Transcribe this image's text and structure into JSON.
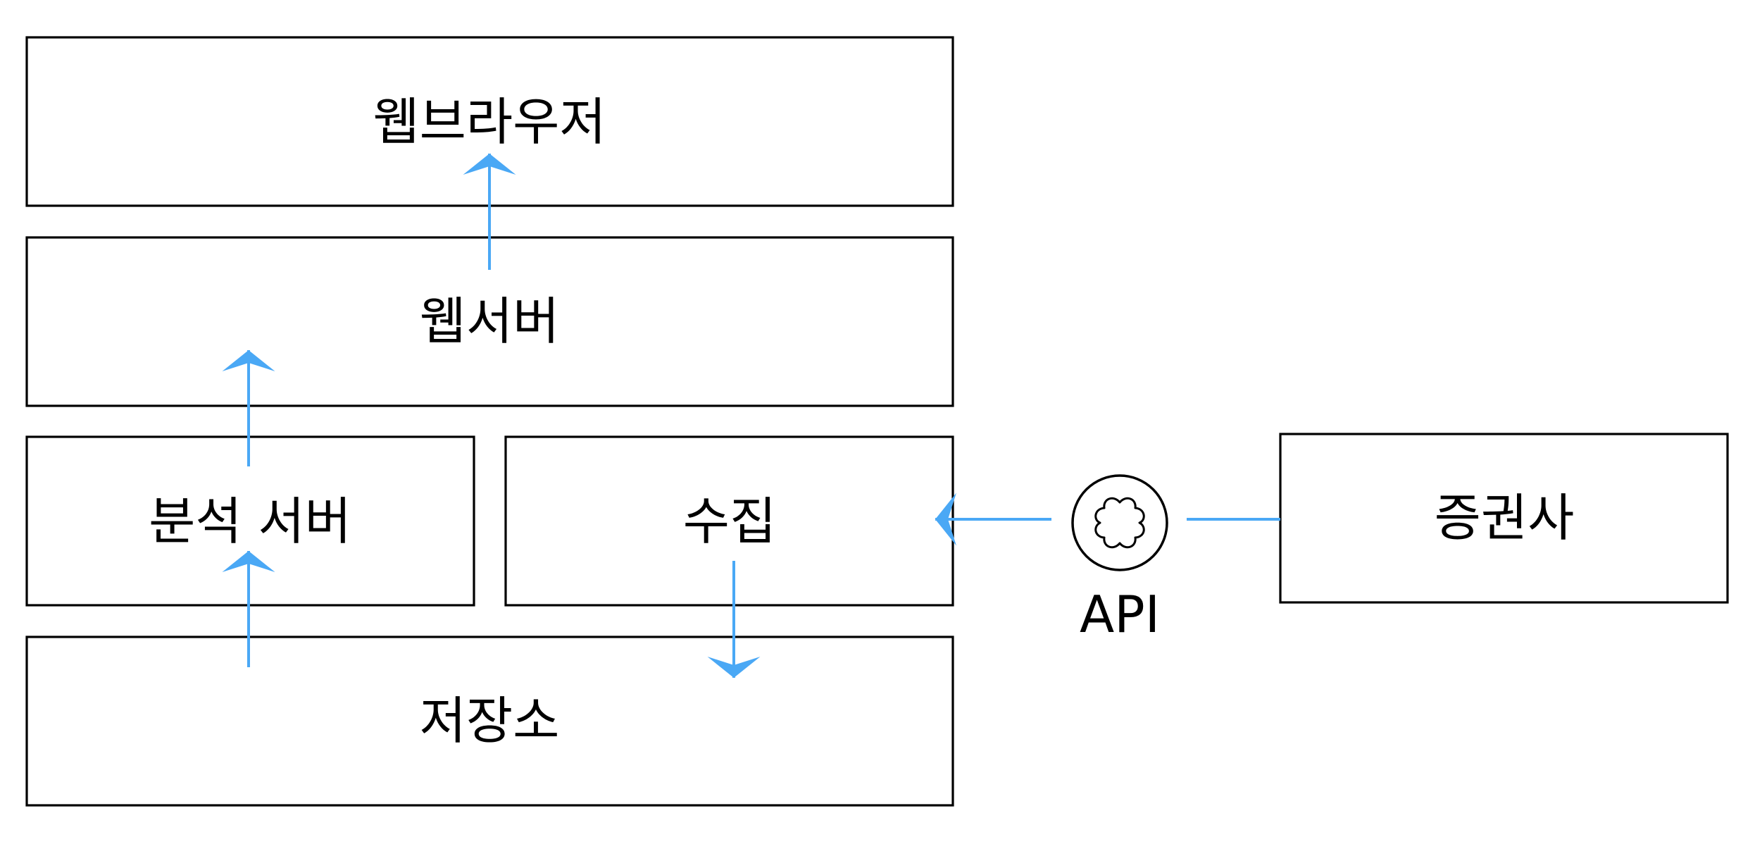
{
  "diagram": {
    "boxes": {
      "web_browser": "웹브라우저",
      "web_server": "웹서버",
      "analysis_server": "분석 서버",
      "collection": "수집",
      "storage": "저장소",
      "brokerage": "증권사"
    },
    "api": {
      "label": "API",
      "icon": "flower-icon"
    },
    "colors": {
      "arrow": "#4aa8f5",
      "stroke": "#000000",
      "background": "#ffffff"
    }
  }
}
